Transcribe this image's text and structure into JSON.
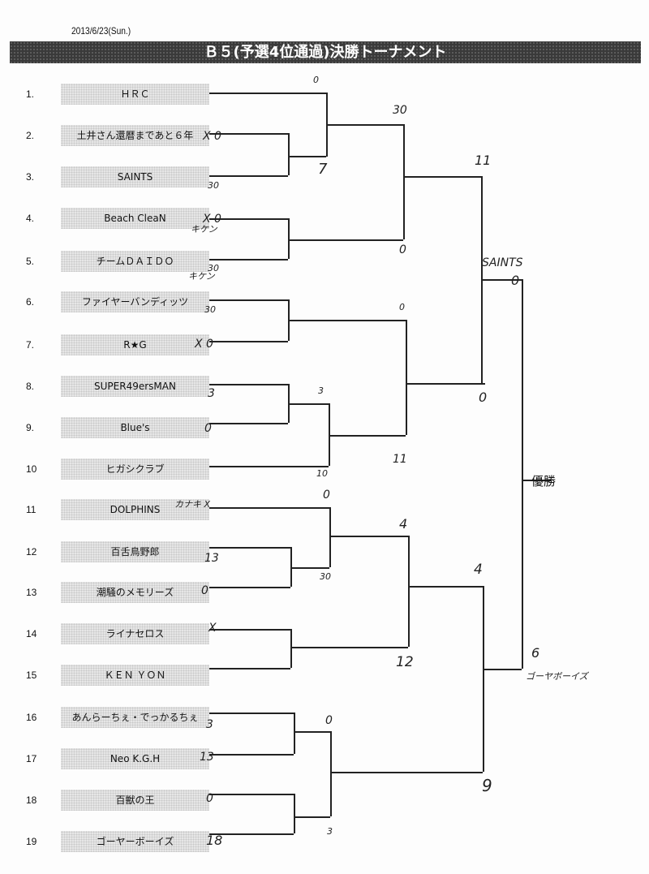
{
  "header": {
    "date": "2013/6/23(Sun.)",
    "title": "Ｂ５(予選4位通過)決勝トーナメント"
  },
  "teams": [
    {
      "no": "1.",
      "name": "ＨＲＣ"
    },
    {
      "no": "2.",
      "name": "土井さん還暦まであと６年"
    },
    {
      "no": "3.",
      "name": "SAINTS"
    },
    {
      "no": "4.",
      "name": "Beach CleaN"
    },
    {
      "no": "5.",
      "name": "チームＤＡＩＤＯ"
    },
    {
      "no": "6.",
      "name": "ファイヤーバンディッツ"
    },
    {
      "no": "7.",
      "name": "R★G"
    },
    {
      "no": "8.",
      "name": "SUPER49ersMAN"
    },
    {
      "no": "9.",
      "name": "Blue's"
    },
    {
      "no": "10",
      "name": "ヒガシクラブ"
    },
    {
      "no": "11",
      "name": "DOLPHINS"
    },
    {
      "no": "12",
      "name": "百舌鳥野郎"
    },
    {
      "no": "13",
      "name": "潮騒のメモリーズ"
    },
    {
      "no": "14",
      "name": "ライナセロス"
    },
    {
      "no": "15",
      "name": "ＫＥＮ ＹＯＮ"
    },
    {
      "no": "16",
      "name": "あんらーちぇ・でっかるちぇ"
    },
    {
      "no": "17",
      "name": "Neo K.G.H"
    },
    {
      "no": "18",
      "name": "百獣の王"
    },
    {
      "no": "19",
      "name": "ゴーヤーボーイズ"
    }
  ],
  "champion_label": "優勝",
  "handwritten": {
    "s1": "0",
    "s2": "X 0",
    "s3": "30",
    "s4": "7",
    "s5": "X 0",
    "s6": "キケン",
    "s7": "30",
    "s8": "キケン",
    "s9": "30",
    "s10": "0",
    "s11": "30",
    "s12": "X 0",
    "s13": "0",
    "s14": "3",
    "s15": "3",
    "s16": "0",
    "s17": "10",
    "s18": "11",
    "s19": "11",
    "s20": "SAINTS",
    "s21": "0",
    "s22": "0",
    "s23": "カナキ X",
    "s24": "0",
    "s25": "13",
    "s26": "0",
    "s27": "30",
    "s28": "4",
    "s29": "X",
    "s30": "12",
    "s31": "4",
    "s32": "3",
    "s33": "13",
    "s34": "0",
    "s35": "0",
    "s36": "18",
    "s37": "3",
    "s38": "9",
    "s39": "6",
    "s40": "ゴーヤボーイズ"
  }
}
